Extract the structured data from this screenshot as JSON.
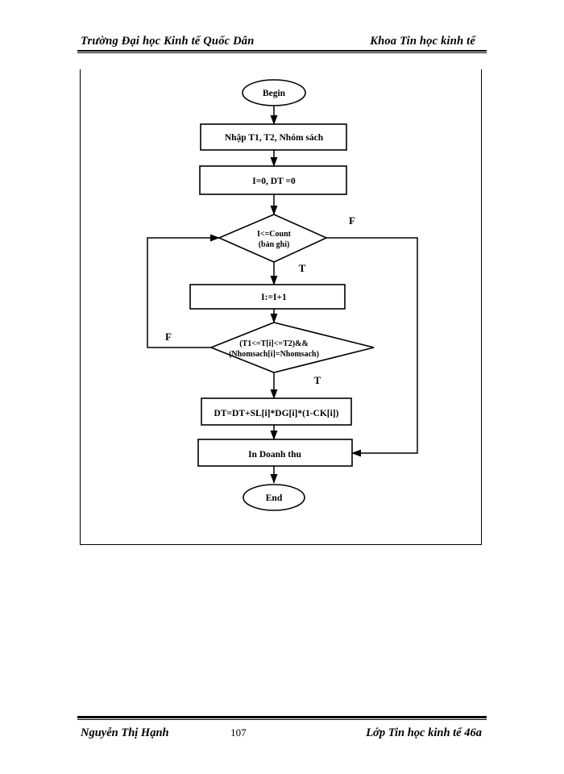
{
  "header": {
    "left": "Trường Đại  học Kinh tế Quốc Dân",
    "right": "Khoa Tin học kinh tế"
  },
  "footer": {
    "author": "Nguyễn Thị Hạnh",
    "page_number": "107",
    "class": "Lớp Tin học kinh tế 46a"
  },
  "flowchart": {
    "nodes": {
      "begin": "Begin",
      "input": "Nhập T1, T2, Nhóm sách",
      "init": "I=0, DT =0",
      "loop_cond_line1": "I<=Count",
      "loop_cond_line2": "(bản ghi)",
      "increment": "I:=I+1",
      "filter_cond_line1": "(T1<=T[i]<=T2)&&",
      "filter_cond_line2": "(Nhomsach[i]=Nhomsach)",
      "accumulate": "DT=DT+SL[i]*DG[i]*(1-CK[i])",
      "output": "In Doanh thu",
      "end": "End"
    },
    "branches": {
      "loop_false": "F",
      "loop_true": "T",
      "filter_false": "F",
      "filter_true": "T"
    }
  }
}
